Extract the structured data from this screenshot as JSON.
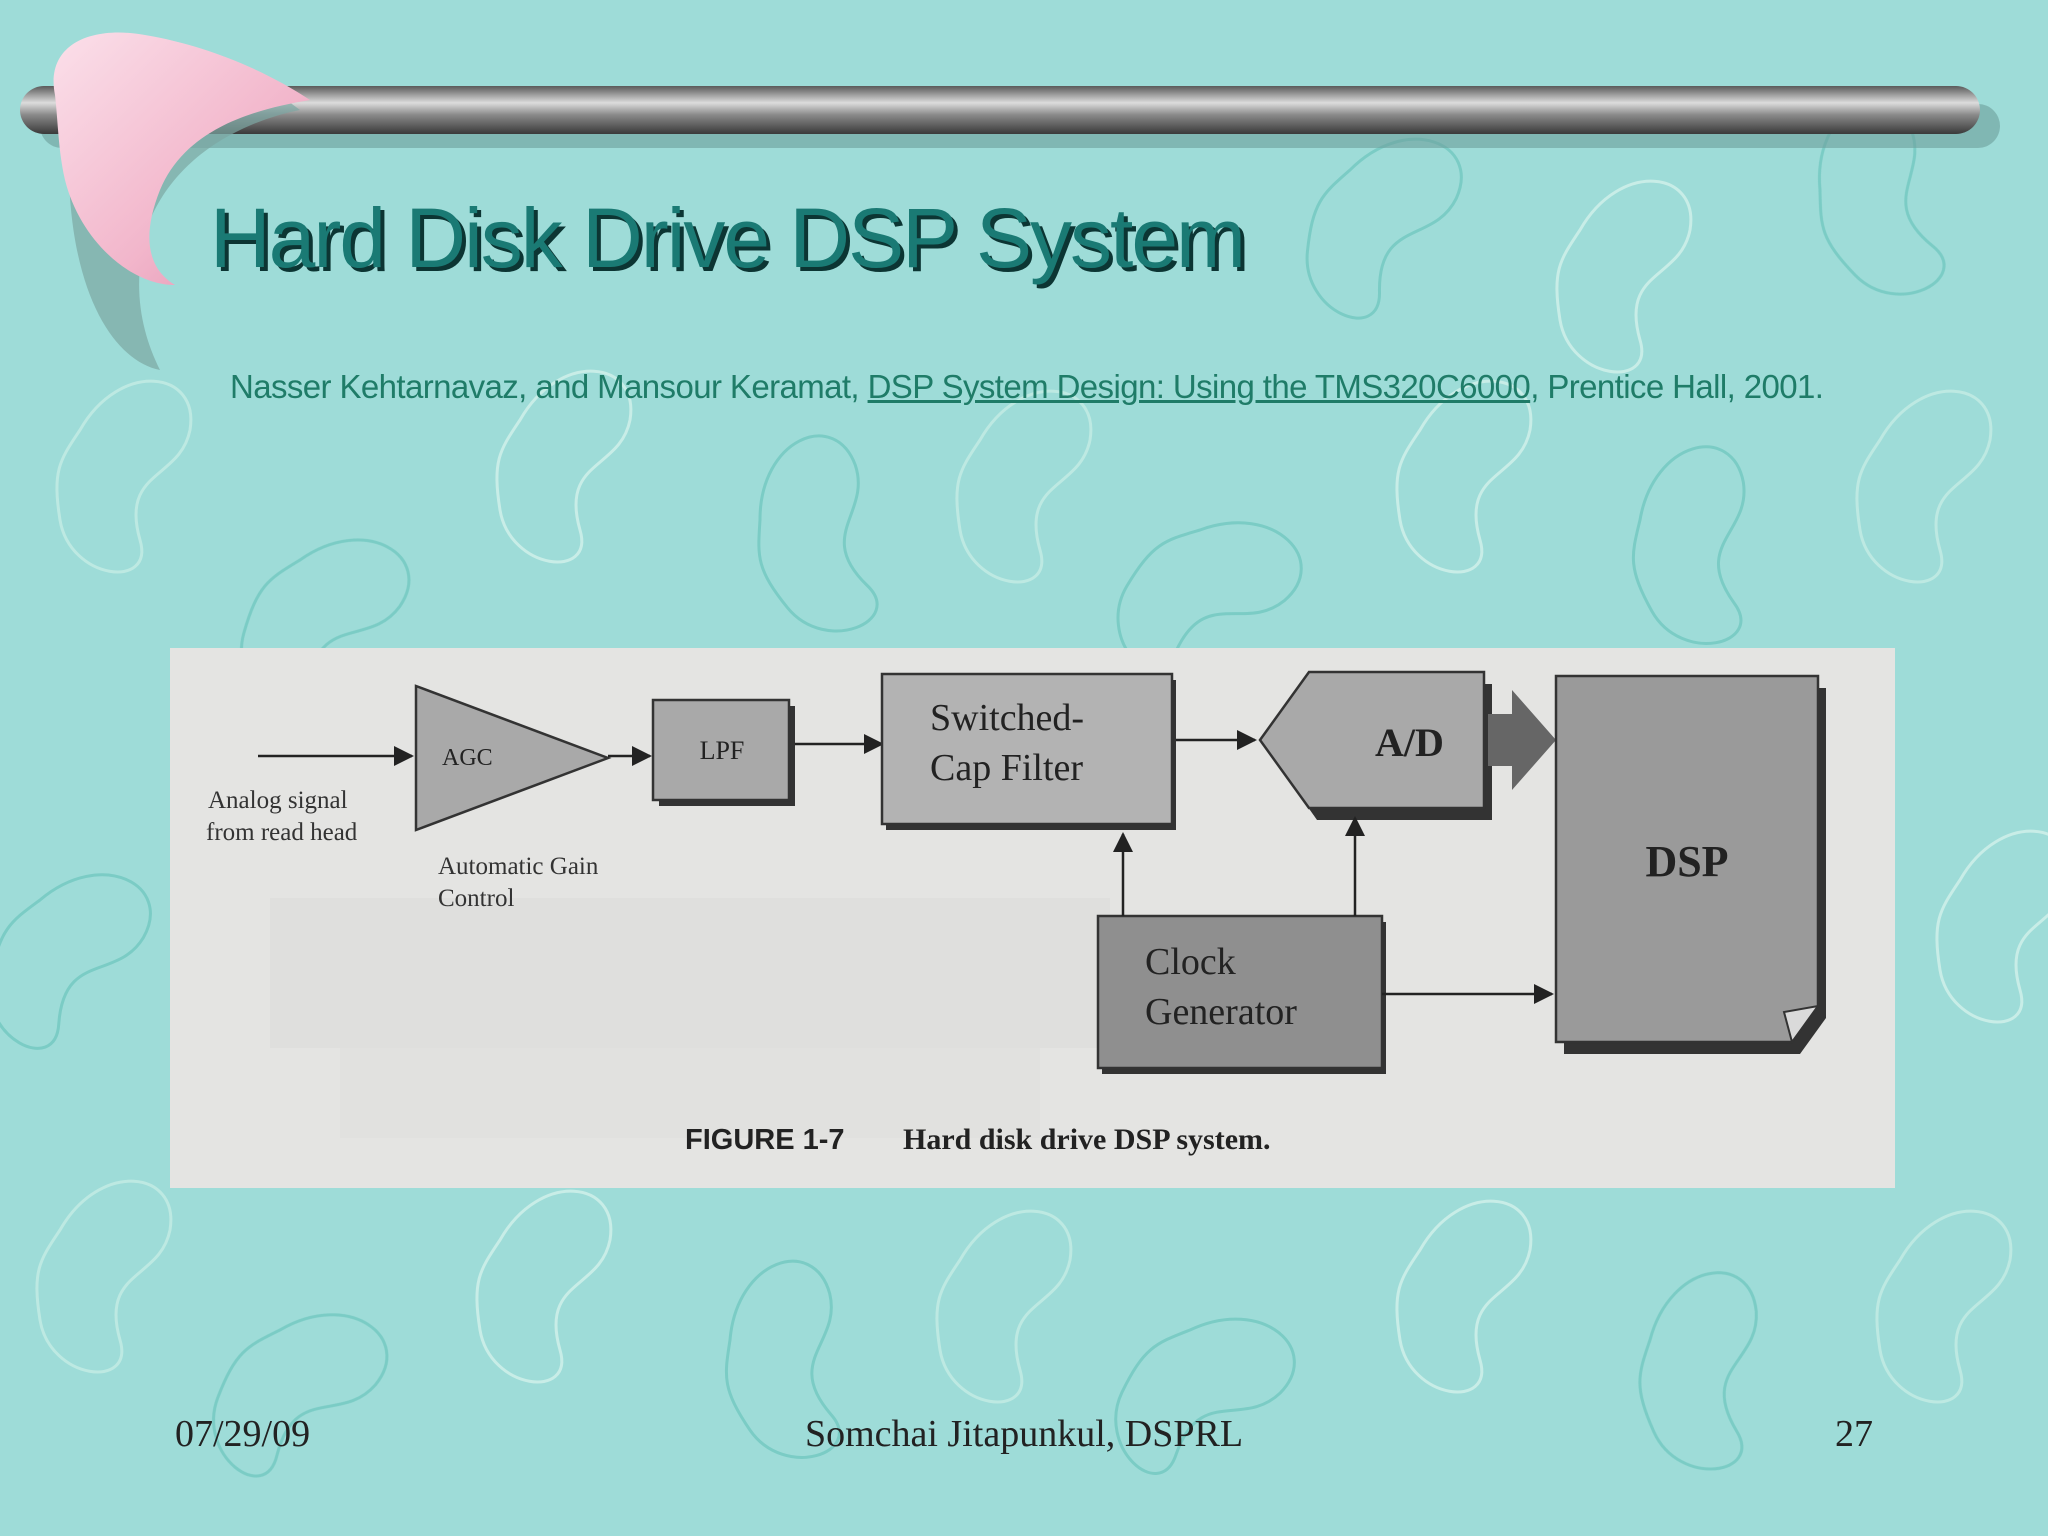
{
  "slide": {
    "title": "Hard Disk Drive DSP System",
    "citation": {
      "authors": "Nasser Kehtarnavaz, and Mansour Keramat, ",
      "book": "DSP System Design: Using the TMS320C6000",
      "publisher": ", Prentice Hall, 2001."
    },
    "colors": {
      "background": "#9edcd8",
      "title": "#1a7a74",
      "citation": "#1f7c68",
      "boomerang": "#f6c7d7"
    }
  },
  "diagram": {
    "input_label_line1": "Analog signal",
    "input_label_line2": "from read head",
    "agc_label": "AGC",
    "agc_caption_line1": "Automatic Gain",
    "agc_caption_line2": "Control",
    "lpf_label": "LPF",
    "switched_cap_line1": "Switched-",
    "switched_cap_line2": "Cap Filter",
    "ad_label": "A/D",
    "dsp_label": "DSP",
    "clock_line1": "Clock",
    "clock_line2": "Generator",
    "caption_number": "FIGURE 1-7",
    "caption_text": "Hard disk drive DSP system."
  },
  "footer": {
    "date": "07/29/09",
    "author": "Somchai Jitapunkul, DSPRL",
    "page": "27"
  }
}
